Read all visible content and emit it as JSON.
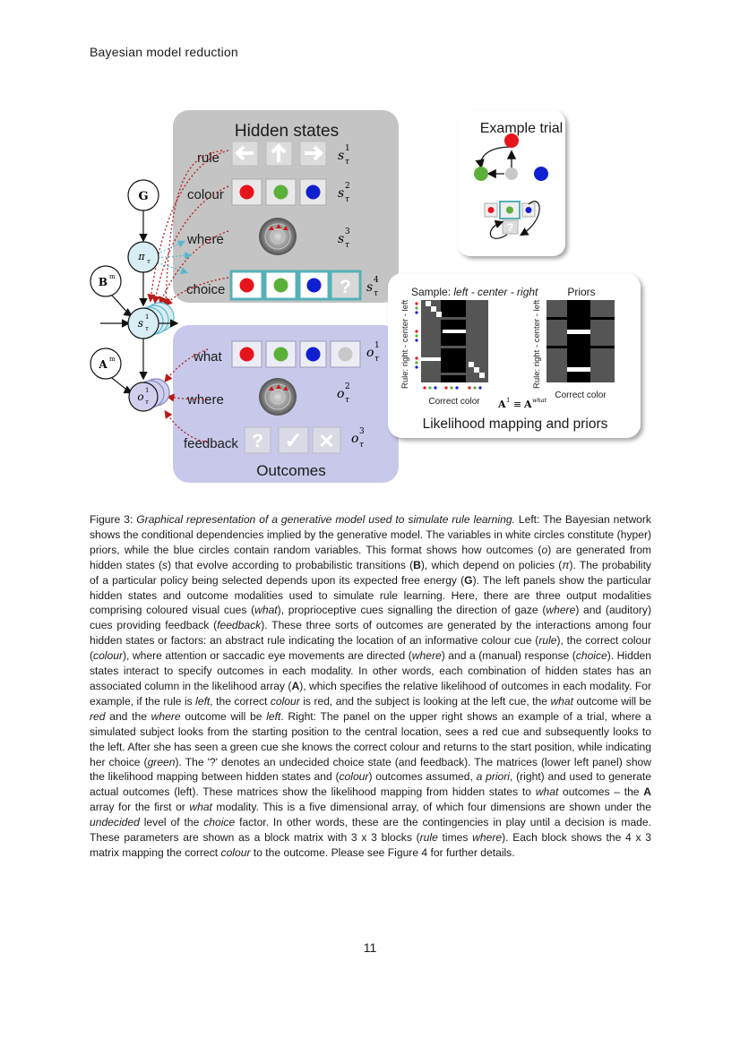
{
  "header": {
    "running_title": "Bayesian model reduction"
  },
  "figure": {
    "hidden_states_panel": {
      "title": "Hidden states",
      "rows": [
        {
          "label": "rule",
          "var": "s",
          "sup": "1",
          "sub": "τ"
        },
        {
          "label": "colour",
          "var": "s",
          "sup": "2",
          "sub": "τ"
        },
        {
          "label": "where",
          "var": "s",
          "sup": "3",
          "sub": "τ"
        },
        {
          "label": "choice",
          "var": "s",
          "sup": "4",
          "sub": "τ"
        }
      ],
      "choice_undecided_glyph": "?"
    },
    "outcomes_panel": {
      "title": "Outcomes",
      "rows": [
        {
          "label": "what",
          "var": "o",
          "sup": "1",
          "sub": "τ"
        },
        {
          "label": "where",
          "var": "o",
          "sup": "2",
          "sub": "τ"
        },
        {
          "label": "feedback",
          "var": "o",
          "sup": "3",
          "sub": "τ"
        }
      ],
      "feedback_glyphs": [
        "?",
        "✓",
        "✕"
      ]
    },
    "network": {
      "G": "G",
      "pi": "π",
      "pi_sub": "τ",
      "B": "B",
      "B_sup": "m",
      "s": "s",
      "s_sup": "1",
      "s_sub": "τ",
      "A": "A",
      "A_sup": "m",
      "o": "o",
      "o_sup": "1",
      "o_sub": "τ"
    },
    "example_trial": {
      "title": "Example trial",
      "undecided_glyph": "?"
    },
    "likelihood_panel": {
      "sample_title_prefix": "Sample: ",
      "sample_title_italic": "left - center - right",
      "priors_title": "Priors",
      "yaxis_label": "Rule: right - center - left",
      "xaxis_label": "Correct color",
      "equation_lhs": "A",
      "equation_lhs_sup": "1",
      "equation_rel": "≡",
      "equation_rhs": "A",
      "equation_rhs_sup": "what",
      "caption": "Likelihood mapping and priors"
    },
    "colors": {
      "red": "#e8141c",
      "green": "#5bb03a",
      "blue": "#1020d0",
      "grey_panel": "#c4c4c4",
      "outcomes_panel": "#c8c8ea",
      "choice_border": "#56b0b8",
      "network_blue": "#d8eef4",
      "network_purple": "#d0d0ee"
    }
  },
  "caption": {
    "label": "Figure 3:",
    "title": "Graphical representation of a generative model used to simulate rule learning.",
    "left_label": "Left",
    "right_label": "Right",
    "p1": ": The Bayesian network shows the conditional dependencies implied by the generative model. The variables in white circles constitute (hyper) priors, while the blue circles contain random variables. This format shows how outcomes (",
    "o": "o",
    "p2": ") are generated from hidden states (",
    "s": "s",
    "p3": ") that evolve according to probabilistic transitions (",
    "B": "B",
    "p4": "), which depend on policies (",
    "pi": "π",
    "p5": "). The probability of a particular policy being selected depends upon its expected free energy (",
    "G": "G",
    "p6": "). The left panels show the particular hidden states and outcome modalities used to simulate rule learning. Here, there are three output modalities comprising coloured visual cues (",
    "what1": "what",
    "p7": "), proprioceptive cues signalling the direction of gaze (",
    "where1": "where",
    "p8": ") and (auditory) cues providing feedback (",
    "feedback1": "feedback",
    "p9": "). These three sorts of outcomes are generated by the interactions among four hidden states or factors: an abstract rule indicating the location of an informative colour cue (",
    "rule1": "rule",
    "p10": "), the correct colour (",
    "colour1": "colour",
    "p11": "), where attention or saccadic eye movements are directed (",
    "where2": "where",
    "p12": ") and a (manual) response (",
    "choice1": "choice",
    "p13": "). Hidden states interact to specify outcomes in each modality. In other words, each combination of hidden states has an associated column in the likelihood array (",
    "A1": "A",
    "p14": "), which specifies the relative likelihood of outcomes in each modality. For example, if the rule is ",
    "left1": "left",
    "p15": ", the correct ",
    "colour2": "colour",
    "p16": " is red, and the subject is looking at the left cue, the ",
    "what2": "what",
    "p17": " outcome will be ",
    "red1": "red",
    "p18": " and the ",
    "where3": "where",
    "p19": " outcome will be ",
    "left2": "left",
    "p20": ". ",
    "p21": ": The panel on the upper right shows an example of a trial, where a simulated subject looks from the starting position to the central location, sees a red cue and subsequently looks to the left. After she has seen a green cue she knows the correct colour and returns to the start position, while indicating her choice (",
    "green1": "green",
    "p22": "). The '?' denotes an undecided choice state (and feedback). The matrices (lower left panel) show the likelihood mapping between hidden states and (",
    "colour3": "colour",
    "p23": ") outcomes assumed, ",
    "apriori": "a priori",
    "p24": ", (right) and used to generate actual outcomes (left). These matrices show the likelihood mapping from hidden states to ",
    "what3": "what",
    "p25": " outcomes – the ",
    "A2": "A",
    "p26": " array for the first or ",
    "what4": "what",
    "p27": " modality. This is a five dimensional array, of which four dimensions are shown under the ",
    "undecided1": "undecided",
    "p28": " level of the ",
    "choice2": "choice",
    "p29": " factor. In other words, these are the contingencies in play until a decision is made. These parameters are shown as a block matrix with 3 x 3 blocks (",
    "rule2": "rule",
    "p30": " times ",
    "where4": "where",
    "p31": "). Each block shows the 4 x 3 matrix mapping the correct ",
    "colour4": "colour",
    "p32": " to the outcome. Please see Figure 4 for further details."
  },
  "page_number": "11"
}
